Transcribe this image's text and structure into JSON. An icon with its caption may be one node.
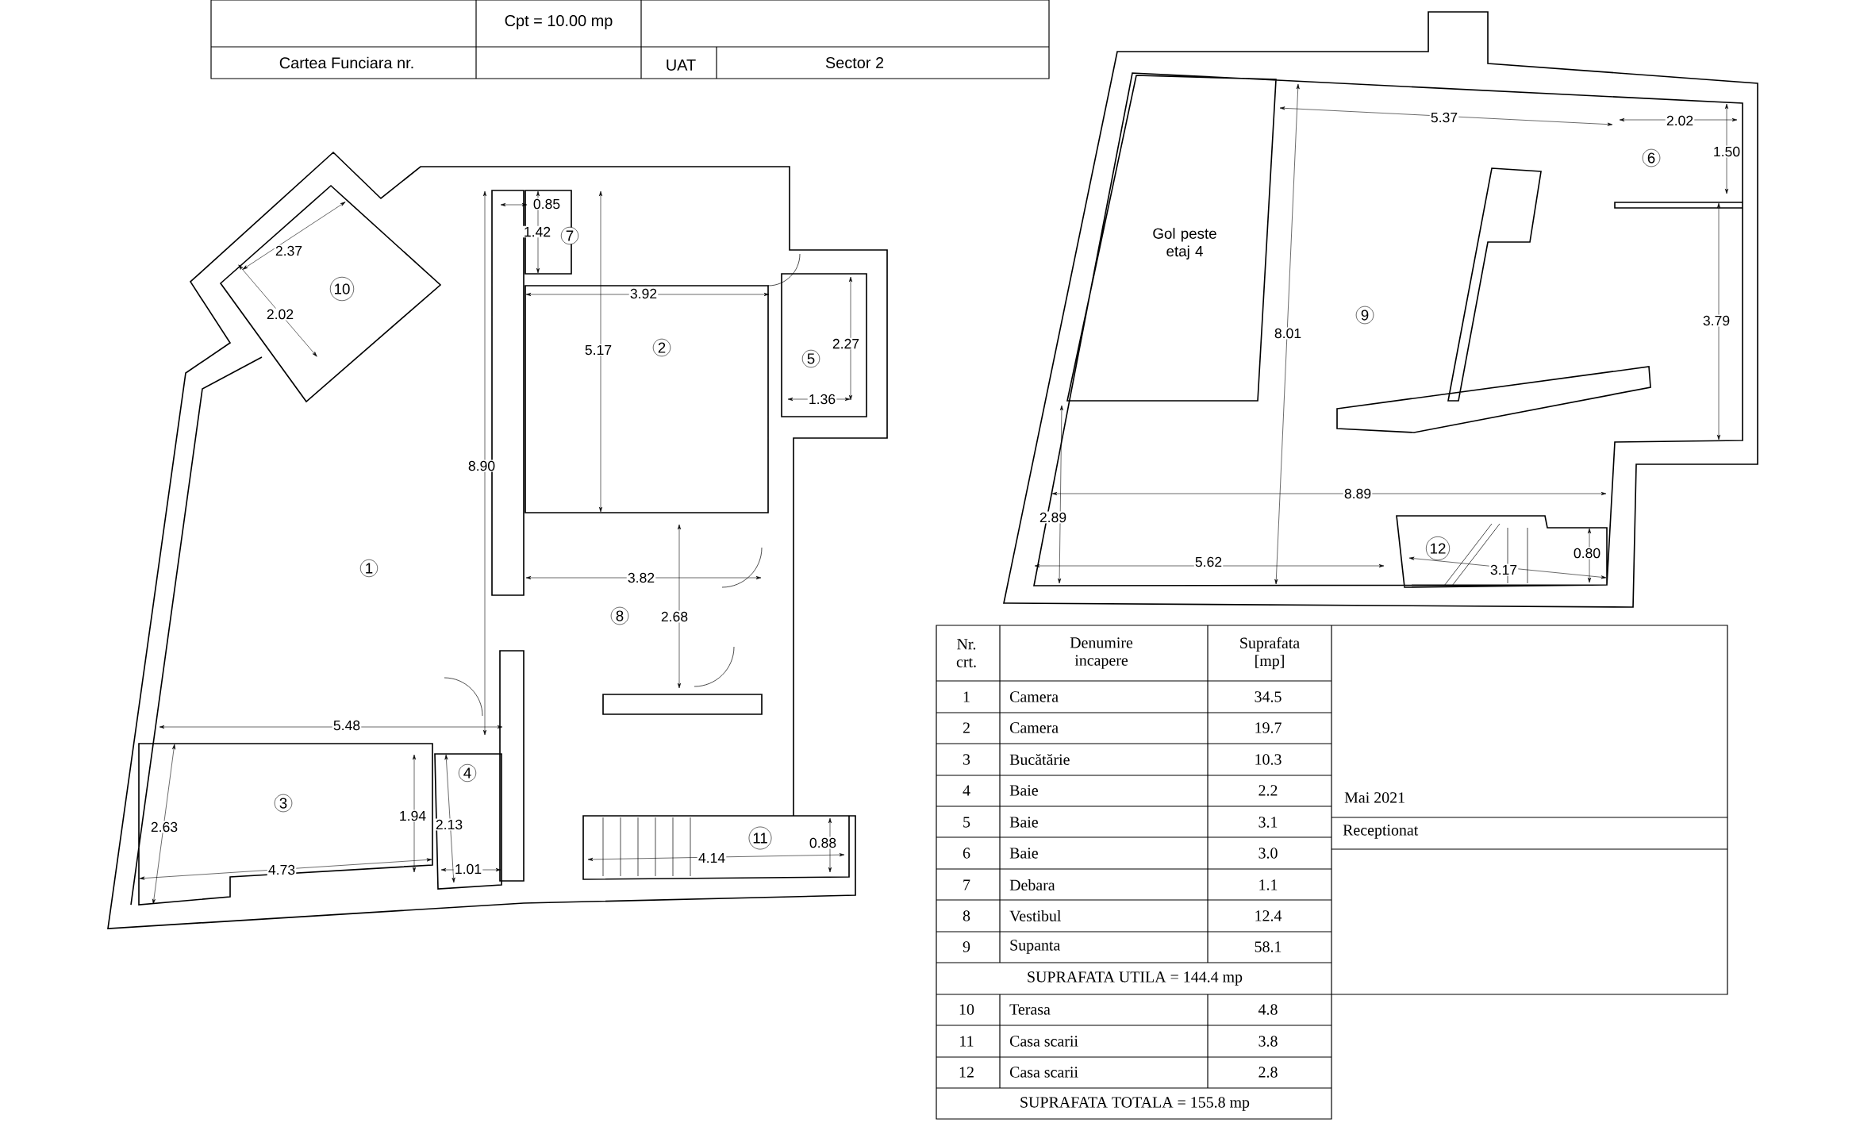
{
  "diagram": {
    "labels": [
      "Cpt = 10.00 mp",
      "Cartea Funciara nr.",
      "UAT",
      "Sector 2",
      "2.37",
      "10",
      "2.02",
      "0.85",
      "1.42",
      "7",
      "3.92",
      "5.17",
      "2",
      "5",
      "2.27",
      "1.36",
      "8.90",
      "1",
      "3.82",
      "8",
      "2.68",
      "5.48",
      "4",
      "3",
      "2.63",
      "1.94",
      "2.13",
      "4.73",
      "1.01",
      "11",
      "0.88",
      "4.14",
      "Gol peste etaj 4",
      "5.37",
      "2.02",
      "6",
      "1.50",
      "9",
      "8.01",
      "3.79",
      "8.89",
      "2.89",
      "12",
      "0.80",
      "5.62",
      "3.17",
      "Nr. crt.",
      "Denumire incapere",
      "Suprafata [mp]",
      "1",
      "Camera",
      "34.5",
      "2",
      "Camera",
      "19.7",
      "3",
      "Bucătărie",
      "10.3",
      "4",
      "Baie",
      "2.2",
      "5",
      "Baie",
      "3.1",
      "6",
      "Baie",
      "3.0",
      "7",
      "Debara",
      "1.1",
      "8",
      "Vestibul",
      "12.4",
      "9",
      "Supanta",
      "58.1",
      "SUPRAFATA UTILA = 144.4 mp",
      "10",
      "Terasa",
      "4.8",
      "11",
      "Casa scarii",
      "3.8",
      "12",
      "Casa scarii",
      "2.8",
      "SUPRAFATA TOTALA = 155.8 mp",
      "Mai 2021",
      "Receptionat"
    ]
  }
}
